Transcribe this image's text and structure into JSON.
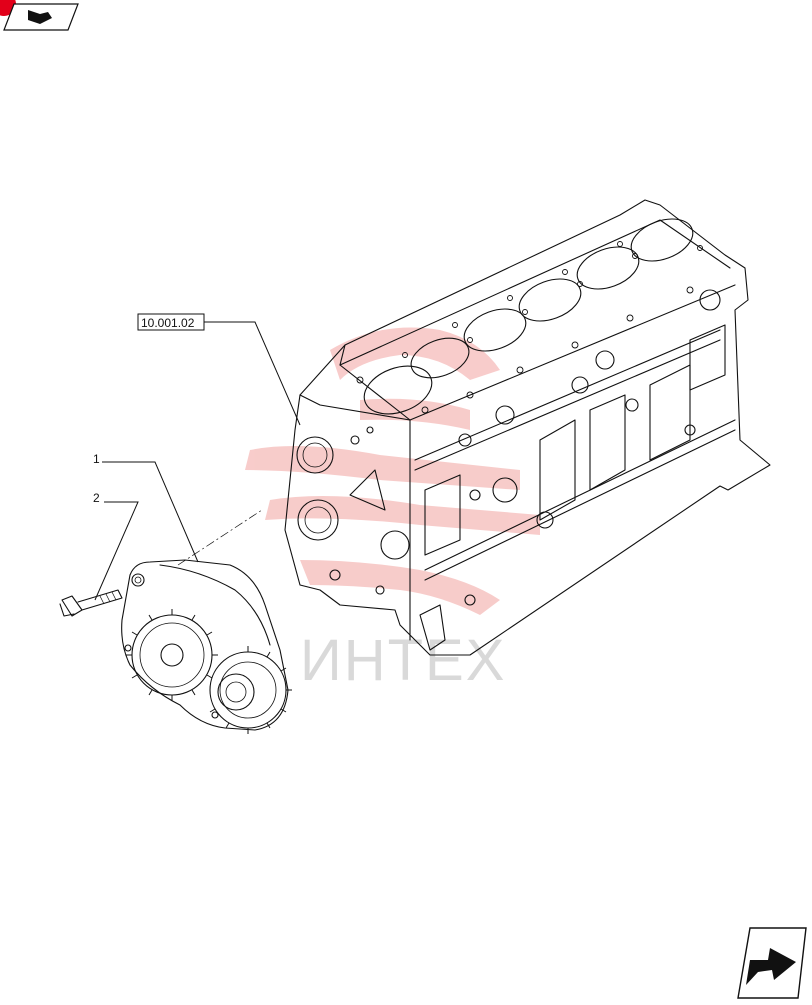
{
  "diagram": {
    "reference_label": "10.001.02",
    "callouts": [
      {
        "id": "1",
        "label": "1"
      },
      {
        "id": "2",
        "label": "2"
      }
    ],
    "watermark_text": "ИНТЕХ",
    "colors": {
      "line": "#111111",
      "watermark": "#e8322d",
      "watermark_text": "#d9d9d9",
      "corner_badge": "#e2001a"
    },
    "icons": {
      "top_left": "book-arrow-icon",
      "bottom_right": "next-page-arrow-icon"
    }
  }
}
